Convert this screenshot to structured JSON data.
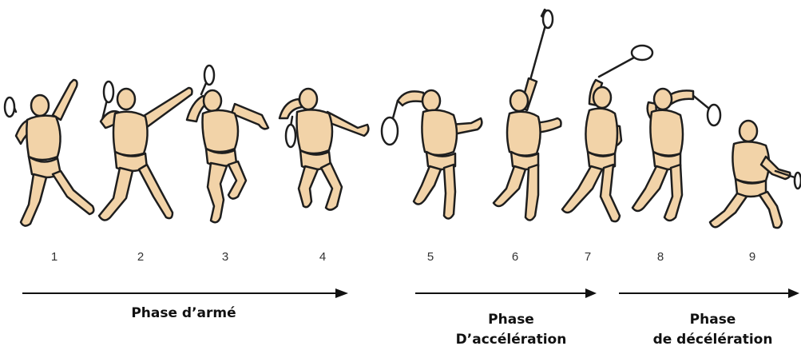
{
  "colors": {
    "skin": "#f2d3a8",
    "outline": "#1e1e1e",
    "arrow": "#111111",
    "background": "#ffffff"
  },
  "frames": [
    {
      "number": "1"
    },
    {
      "number": "2"
    },
    {
      "number": "3"
    },
    {
      "number": "4"
    },
    {
      "number": "5"
    },
    {
      "number": "6"
    },
    {
      "number": "7"
    },
    {
      "number": "8"
    },
    {
      "number": "9"
    }
  ],
  "phases": [
    {
      "line1": "Phase d’armé",
      "line2": ""
    },
    {
      "line1": "Phase",
      "line2": "D’accélération"
    },
    {
      "line1": "Phase",
      "line2": "de décélération"
    }
  ]
}
